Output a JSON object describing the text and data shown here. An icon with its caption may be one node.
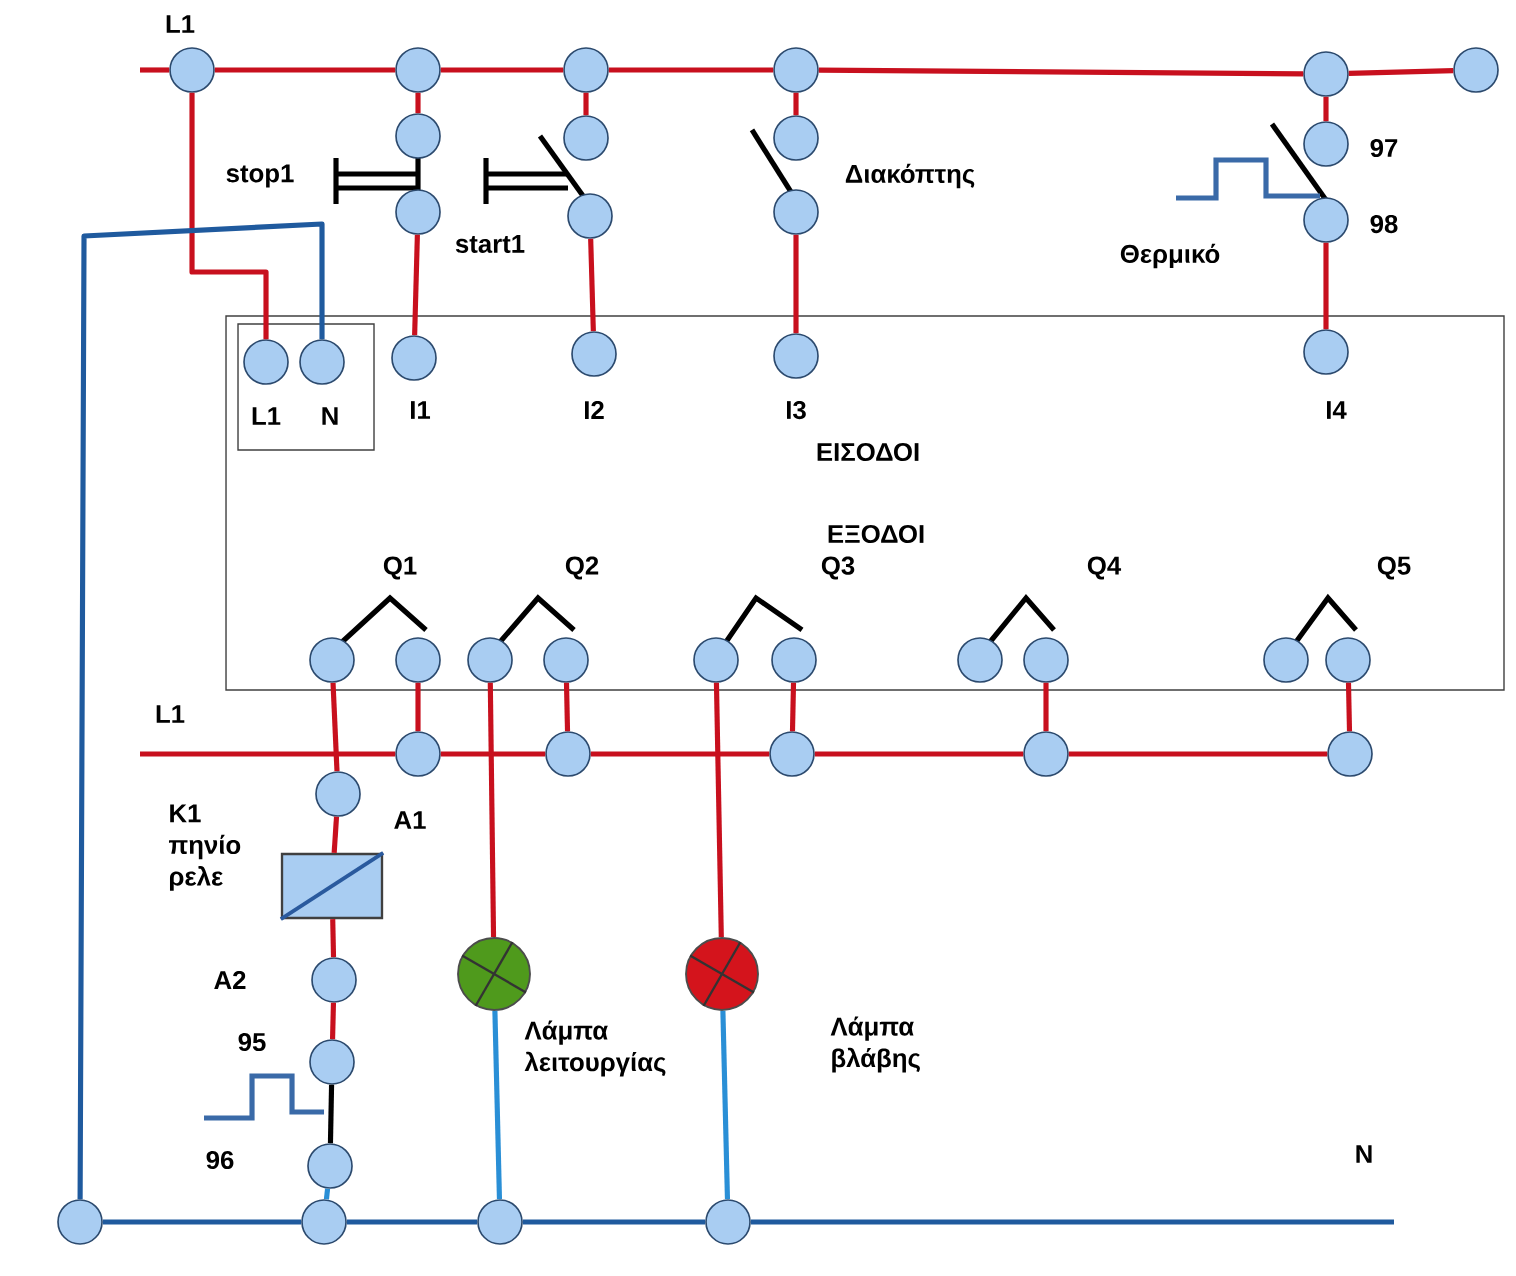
{
  "diagram": {
    "nodes": [
      {
        "text": [
          "ΕΙΣΟΔΟΙ",
          "ΕΞΟΔΟΙ"
        ]
      },
      {
        "text": [],
        "shape": "box",
        "in": 0
      },
      {
        "text": [
          "L1"
        ],
        "in": 1
      },
      {
        "text": [
          "N"
        ],
        "in": 1
      },
      {
        "text": [
          "L1"
        ]
      },
      {
        "text": [],
        "shape": "circle"
      },
      {
        "text": [],
        "shape": "circle"
      },
      {
        "text": [],
        "shape": "circle"
      },
      {
        "text": [],
        "shape": "circle"
      },
      {
        "text": [],
        "shape": "circle"
      },
      {
        "text": [],
        "shape": "circle"
      },
      {
        "text": [],
        "shape": "circle"
      },
      {
        "text": [],
        "shape": "circle"
      },
      {
        "text": [],
        "shape": "circle"
      },
      {
        "text": [],
        "shape": "circle"
      },
      {
        "text": [],
        "shape": "circle"
      },
      {
        "text": [
          "97"
        ]
      },
      {
        "text": [
          "98"
        ]
      },
      {
        "text": [
          "I1"
        ],
        "in": 0
      },
      {
        "text": [
          "I2"
        ],
        "in": 0
      },
      {
        "text": [
          "I3"
        ],
        "in": 0
      },
      {
        "text": [
          "I4"
        ],
        "in": 0
      },
      {
        "text": [],
        "shape": "circle",
        "in": 0
      },
      {
        "text": [],
        "shape": "circle",
        "in": 0
      },
      {
        "text": [],
        "shape": "circle",
        "in": 0
      },
      {
        "text": [],
        "shape": "circle",
        "in": 0
      },
      {
        "text": [],
        "shape": "circle",
        "in": 0
      },
      {
        "text": [],
        "shape": "circle",
        "in": 0
      },
      {
        "text": [],
        "shape": "circle",
        "in": 0
      },
      {
        "text": [],
        "shape": "circle",
        "in": 0
      },
      {
        "text": [],
        "shape": "circle",
        "in": 0
      },
      {
        "text": [],
        "shape": "circle",
        "in": 0
      },
      {
        "text": [],
        "shape": "circle"
      },
      {
        "text": [],
        "shape": "circle"
      },
      {
        "text": [],
        "shape": "circle"
      },
      {
        "text": [],
        "shape": "circle"
      },
      {
        "text": [],
        "shape": "circle"
      },
      {
        "text": [
          "A1"
        ]
      },
      {
        "text": [],
        "shape": "box",
        "beside": [
          "K1 πηνίο ρελε"
        ]
      },
      {
        "text": [
          "A2"
        ]
      },
      {
        "text": [
          "95"
        ]
      },
      {
        "text": [
          "96"
        ]
      },
      {
        "text": [],
        "shape": "circle",
        "beside": [
          "Λάμπα λειτουργίας"
        ]
      },
      {
        "text": [],
        "shape": "circle",
        "beside": [
          "Λάμπα βλάβης"
        ]
      },
      {
        "text": [],
        "shape": "circle"
      },
      {
        "text": [],
        "shape": "circle"
      },
      {
        "text": [],
        "shape": "circle"
      },
      {
        "text": [],
        "shape": "circle"
      }
    ],
    "edges": [
      {
        "from": null,
        "to": 4,
        "arrow": "none"
      },
      {
        "from": 4,
        "to": 5,
        "arrow": "none"
      },
      {
        "from": 5,
        "to": 6,
        "arrow": "none"
      },
      {
        "from": 6,
        "to": 7,
        "arrow": "none"
      },
      {
        "from": 7,
        "to": 8,
        "arrow": "none"
      },
      {
        "from": 8,
        "to": 9,
        "arrow": "none"
      },
      {
        "from": 4,
        "to": 2,
        "arrow": "none"
      },
      {
        "from": 5,
        "to": 10,
        "arrow": "none"
      },
      {
        "from": 11,
        "to": 18,
        "arrow": "none"
      },
      {
        "from": 6,
        "to": 12,
        "arrow": "none"
      },
      {
        "from": 13,
        "to": 19,
        "arrow": "none"
      },
      {
        "from": 7,
        "to": 14,
        "arrow": "none"
      },
      {
        "from": 15,
        "to": 20,
        "arrow": "none"
      },
      {
        "from": 8,
        "to": 16,
        "arrow": "none"
      },
      {
        "from": 17,
        "to": 21,
        "arrow": "none"
      },
      {
        "from": 44,
        "to": 3,
        "arrow": "none",
        "color": "#1f5a9e"
      },
      {
        "from": 23,
        "to": 32,
        "arrow": "none"
      },
      {
        "from": 25,
        "to": 33,
        "arrow": "none"
      },
      {
        "from": 27,
        "to": 34,
        "arrow": "none"
      },
      {
        "from": 29,
        "to": 35,
        "arrow": "none"
      },
      {
        "from": 31,
        "to": 36,
        "arrow": "none"
      },
      {
        "from": null,
        "to": 32,
        "arrow": "none"
      },
      {
        "from": 32,
        "to": 33,
        "arrow": "none"
      },
      {
        "from": 33,
        "to": 34,
        "arrow": "none"
      },
      {
        "from": 34,
        "to": 35,
        "arrow": "none"
      },
      {
        "from": 35,
        "to": 36,
        "arrow": "none"
      },
      {
        "from": 22,
        "to": 37,
        "arrow": "none"
      },
      {
        "from": 37,
        "to": 38,
        "arrow": "none"
      },
      {
        "from": 38,
        "to": 39,
        "arrow": "none"
      },
      {
        "from": 39,
        "to": 40,
        "arrow": "none"
      },
      {
        "from": 40,
        "to": 41,
        "arrow": "none",
        "color": "#000000"
      },
      {
        "from": 41,
        "to": 45,
        "arrow": "none",
        "color": "#2a8fd6"
      },
      {
        "from": 24,
        "to": 42,
        "arrow": "none"
      },
      {
        "from": 42,
        "to": 46,
        "arrow": "none",
        "color": "#2a8fd6"
      },
      {
        "from": 26,
        "to": 43,
        "arrow": "none"
      },
      {
        "from": 43,
        "to": 47,
        "arrow": "none",
        "color": "#2a8fd6"
      },
      {
        "from": 44,
        "to": 45,
        "arrow": "none",
        "color": "#1f5a9e"
      },
      {
        "from": 45,
        "to": 46,
        "arrow": "none",
        "color": "#1f5a9e"
      },
      {
        "from": 46,
        "to": 47,
        "arrow": "none",
        "color": "#1f5a9e"
      },
      {
        "from": 47,
        "to": null,
        "arrow": "none",
        "color": "#1f5a9e"
      }
    ],
    "labels": [
      "stop1",
      "Διακόπτης",
      "start1",
      "Θερμικό",
      "Q1",
      "Q2",
      "Q3",
      "Q4",
      "Q5",
      "L1",
      "N"
    ]
  }
}
